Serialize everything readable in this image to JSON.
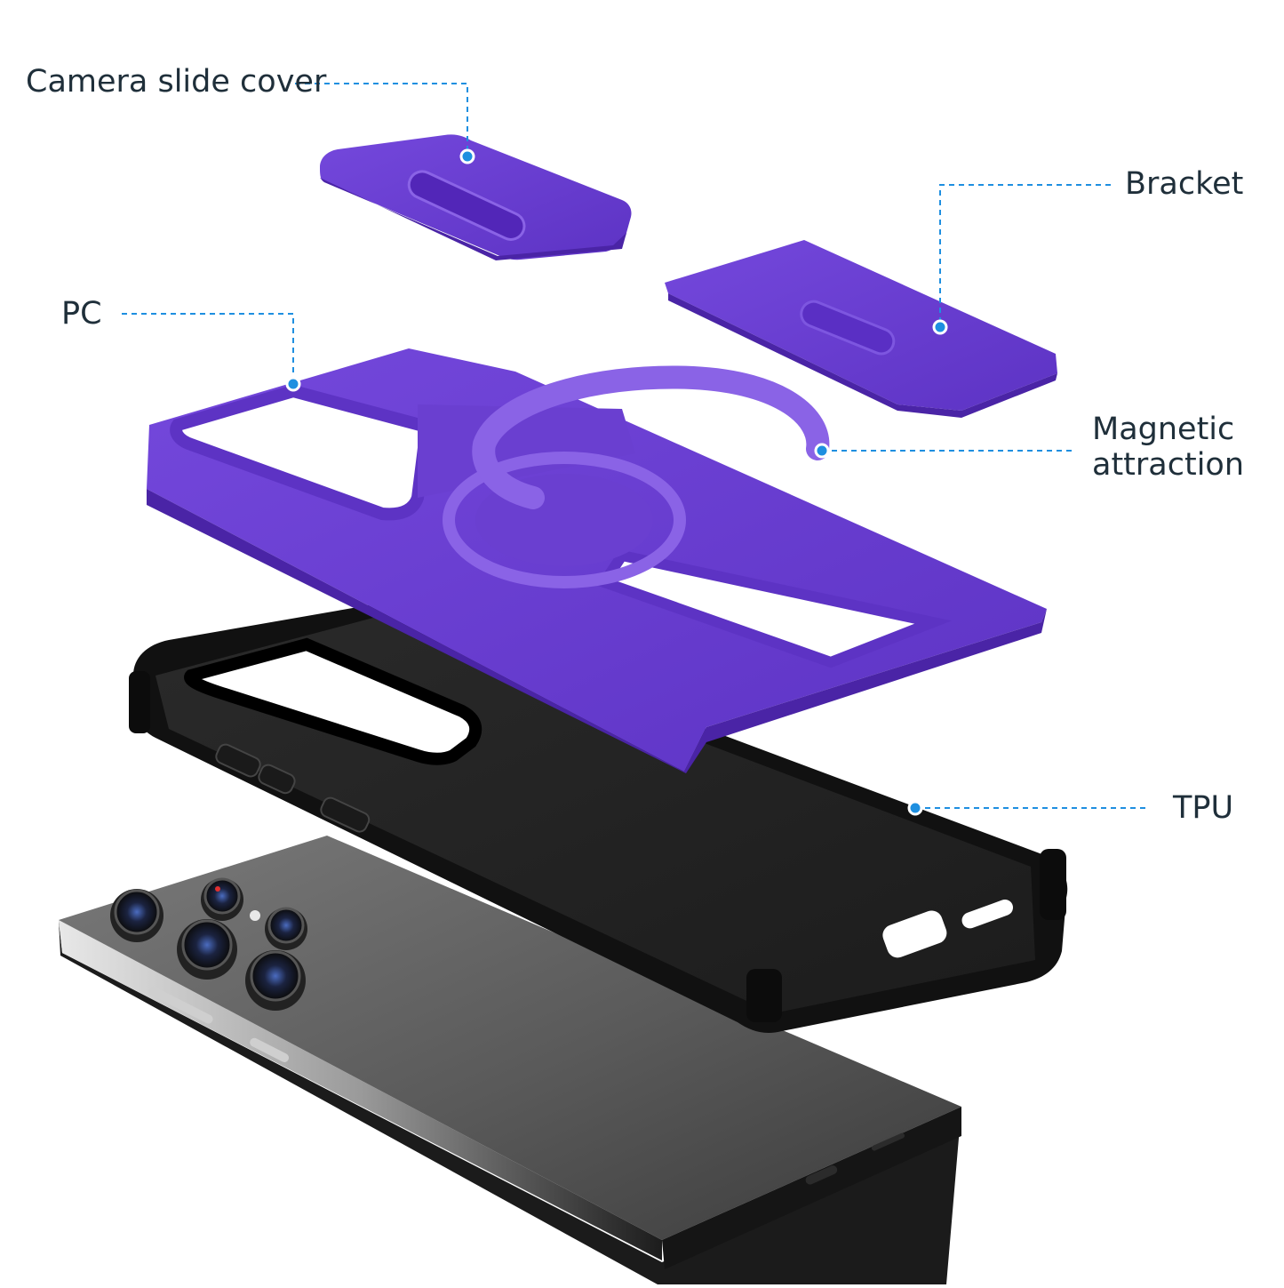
{
  "labels": {
    "camera_slide_cover": "Camera slide cover",
    "bracket": "Bracket",
    "pc": "PC",
    "magnetic_line1": "Magnetic",
    "magnetic_line2": "attraction",
    "tpu": "TPU"
  },
  "colors": {
    "purple_main": "#6a3fd0",
    "purple_light": "#8a63e6",
    "purple_dark": "#4a24a6",
    "tpu_black": "#1a1a1a",
    "phone_gray": "#5f5f5f",
    "leader_blue": "#1e8fe0",
    "label_text": "#1f2f3a"
  }
}
